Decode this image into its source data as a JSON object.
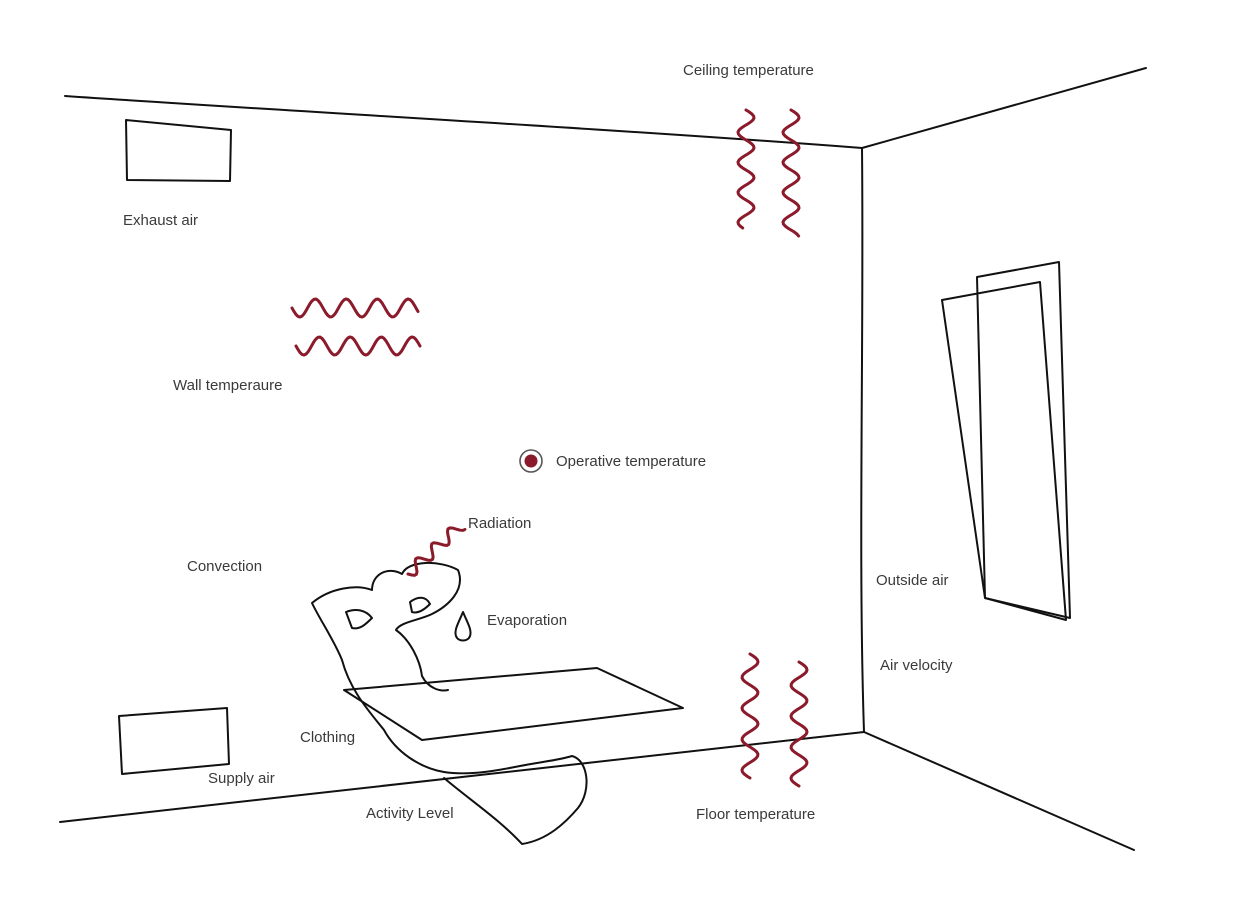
{
  "colors": {
    "ink": "#111111",
    "heat": "#8b1a2b",
    "air": "#3b5a7a",
    "text": "#3a3a3a"
  },
  "labels": {
    "ceiling_temperature": "Ceiling temperature",
    "exhaust_air": "Exhaust air",
    "wall_temperature": "Wall temperaure",
    "operative_temperature": "Operative temperature",
    "radiation": "Radiation",
    "convection": "Convection",
    "evaporation": "Evaporation",
    "outside_air": "Outside air",
    "air_velocity": "Air velocity",
    "clothing": "Clothing",
    "supply_air": "Supply air",
    "activity_level": "Activity Level",
    "floor_temperature": "Floor temperature"
  },
  "icons": {
    "heat_wave": "wavy-line-icon",
    "operative_marker": "target-dot-icon",
    "evaporation": "droplet-icon"
  }
}
